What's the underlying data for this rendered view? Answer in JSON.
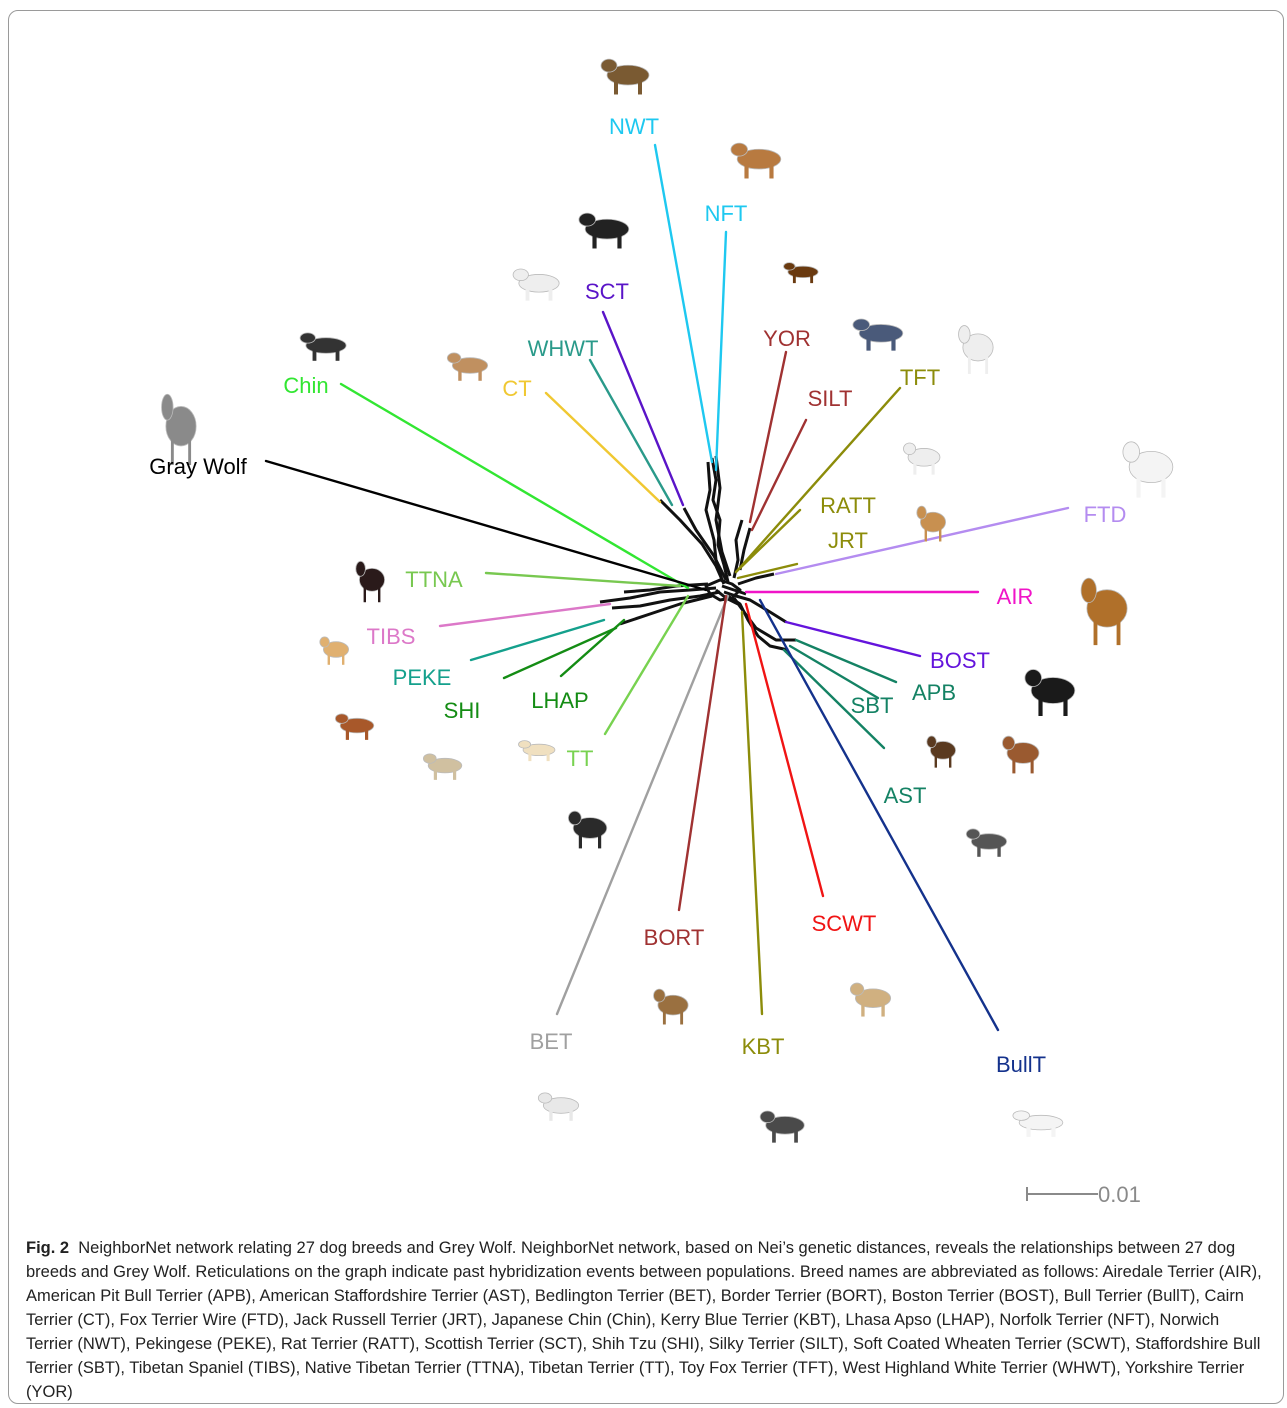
{
  "figure": {
    "scale_bar_label": "0.01",
    "caption_label": "Fig. 2",
    "caption_text": "NeighborNet network relating 27 dog breeds and Grey Wolf. NeighborNet network, based on Nei’s genetic distances, reveals the relationships between 27 dog breeds and Grey Wolf. Reticulations on the graph indicate past hybridization events between populations. Breed names are abbreviated as follows: Airedale Terrier (AIR), American Pit Bull Terrier (APB), American Staffordshire Terrier (AST), Bedlington Terrier (BET), Border Terrier (BORT), Boston Terrier (BOST), Bull Terrier (BullT), Cairn Terrier (CT), Fox Terrier Wire (FTD), Jack Russell Terrier (JRT), Japanese Chin (Chin), Kerry Blue Terrier (KBT), Lhasa Apso (LHAP), Norfolk Terrier (NFT), Norwich Terrier (NWT), Pekingese (PEKE), Rat Terrier (RATT), Scottish Terrier (SCT), Shih Tzu (SHI), Silky Terrier (SILT), Soft Coated Wheaten Terrier (SCWT), Staffordshire Bull Terrier (SBT), Tibetan Spaniel (TIBS), Native Tibetan Terrier (TTNA), Tibetan Terrier (TT), Toy Fox Terrier (TFT), West Highland White Terrier (WHWT), Yorkshire Terrier (YOR)"
  },
  "taxa": [
    {
      "label": "NWT",
      "color": "#1ec8f0"
    },
    {
      "label": "NFT",
      "color": "#1ec8f0"
    },
    {
      "label": "SCT",
      "color": "#5a14c8"
    },
    {
      "label": "WHWT",
      "color": "#2a9a8a"
    },
    {
      "label": "CT",
      "color": "#f0c832"
    },
    {
      "label": "Chin",
      "color": "#32e632"
    },
    {
      "label": "Gray Wolf",
      "color": "#000000"
    },
    {
      "label": "YOR",
      "color": "#a03232"
    },
    {
      "label": "SILT",
      "color": "#a03232"
    },
    {
      "label": "TFT",
      "color": "#8c8c0a"
    },
    {
      "label": "RATT",
      "color": "#8c8c0a"
    },
    {
      "label": "JRT",
      "color": "#8c8c0a"
    },
    {
      "label": "FTD",
      "color": "#b48cf0"
    },
    {
      "label": "AIR",
      "color": "#f014c8"
    },
    {
      "label": "BOST",
      "color": "#6414dc"
    },
    {
      "label": "APB",
      "color": "#148264"
    },
    {
      "label": "SBT",
      "color": "#148264"
    },
    {
      "label": "AST",
      "color": "#148264"
    },
    {
      "label": "TTNA",
      "color": "#78c850"
    },
    {
      "label": "TIBS",
      "color": "#dc78c8"
    },
    {
      "label": "PEKE",
      "color": "#14a08c"
    },
    {
      "label": "SHI",
      "color": "#148c14"
    },
    {
      "label": "LHAP",
      "color": "#148c14"
    },
    {
      "label": "TT",
      "color": "#78d250"
    },
    {
      "label": "BET",
      "color": "#a0a0a0"
    },
    {
      "label": "BORT",
      "color": "#a03232"
    },
    {
      "label": "KBT",
      "color": "#8c8c0a"
    },
    {
      "label": "SCWT",
      "color": "#f01414"
    },
    {
      "label": "BullT",
      "color": "#14328c"
    }
  ]
}
